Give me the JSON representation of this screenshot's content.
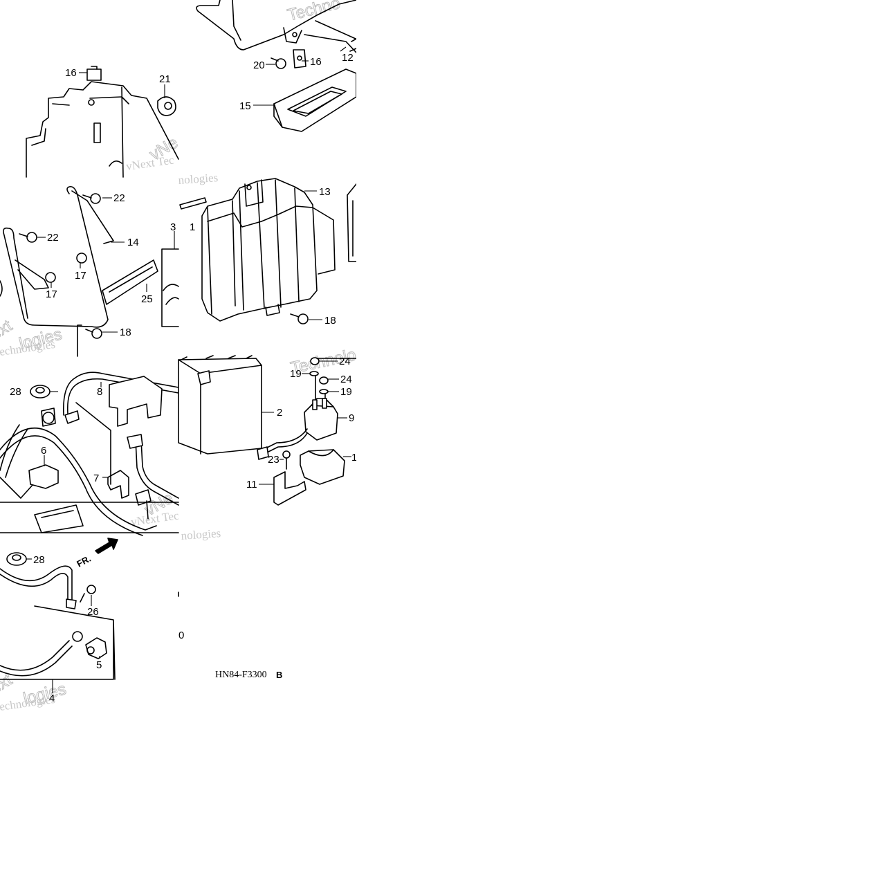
{
  "diagram": {
    "code": "HN84-F3300",
    "code_suffix": "B",
    "direction_label": "FR.",
    "stray_number": "0",
    "watermarks": [
      "vNext Technologies",
      "Technologies",
      "vNext Tec",
      "nologies",
      "ext",
      "echnologies",
      "Techno",
      "logies"
    ],
    "callouts": {
      "c16a": "16",
      "c21": "21",
      "c20": "20",
      "c16b": "16",
      "c12": "12",
      "c15": "15",
      "c13": "13",
      "c22a": "22",
      "c22b": "22",
      "c14": "14",
      "c17a": "17",
      "c17b": "17",
      "c25": "25",
      "c18a": "18",
      "c18b": "18",
      "c3": "3",
      "c1": "1",
      "c28a": "28",
      "c8": "8",
      "c6": "6",
      "c7": "7",
      "c2": "2",
      "c24a": "24",
      "c19a": "19",
      "c24b": "24",
      "c19b": "19",
      "c9": "9",
      "c23": "23",
      "c10": "1",
      "c11": "11",
      "c28b": "28",
      "c26": "26",
      "c5": "5",
      "c4": "4"
    }
  }
}
